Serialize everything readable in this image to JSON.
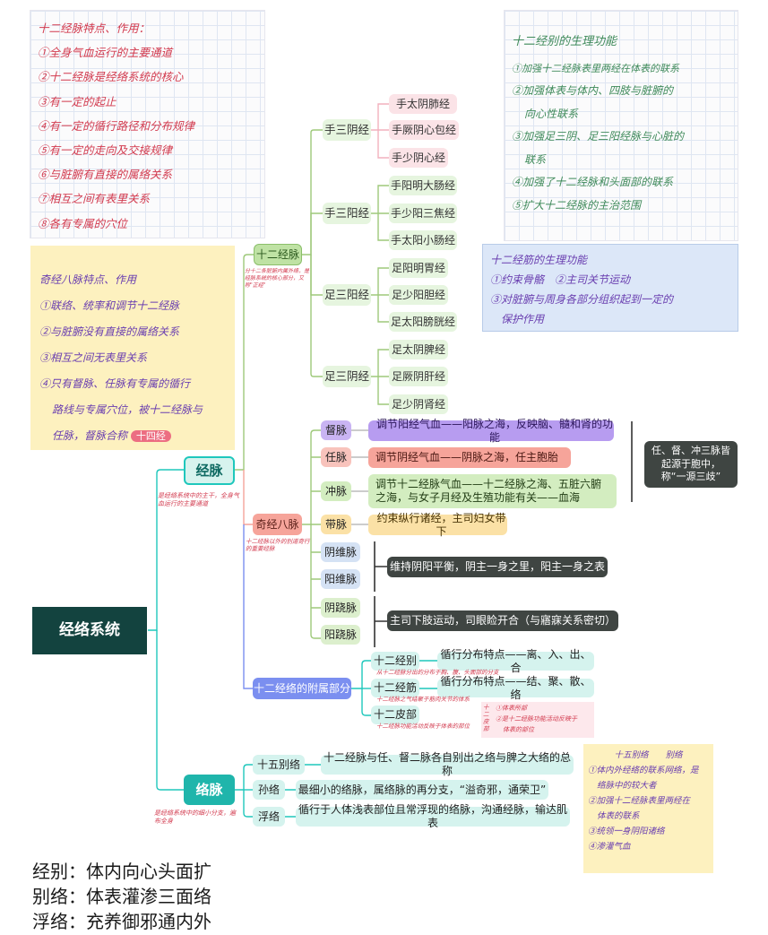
{
  "root": "经络系统",
  "jingmai": "经脉",
  "luomai": "络脉",
  "shier_jingmai": "十二经脉",
  "shier_note": "分十二条脏腑内属外络，是经脉系统的核心部分，又称\"正经\"",
  "groups": [
    "手三阴经",
    "手三阳经",
    "足三阳经",
    "足三阴经"
  ],
  "meridians": [
    [
      "手太阴肺经",
      "手厥阴心包经",
      "手少阴心经"
    ],
    [
      "手阳明大肠经",
      "手少阳三焦经",
      "手太阳小肠经"
    ],
    [
      "足阳明胃经",
      "足少阳胆经",
      "足太阳膀胱经"
    ],
    [
      "足太阴脾经",
      "足厥阴肝经",
      "足少阴肾经"
    ]
  ],
  "qijing": "奇经八脉",
  "qijing_note": "十二经脉以外的别道奇行的重要经脉",
  "jingmai_note": "是经络系统中的主干，全身气血运行的主要通道",
  "eight": [
    {
      "name": "督脉",
      "desc": "调节阳经气血——阳脉之海，反映脑、髓和肾的功能"
    },
    {
      "name": "任脉",
      "desc": "调节阴经气血——阴脉之海，任主胞胎"
    },
    {
      "name": "冲脉",
      "desc": "调节十二经脉气血——十二经脉之海、五脏六腑之海，与女子月经及生殖功能有关——血海"
    },
    {
      "name": "带脉",
      "desc": "约束纵行诸经，主司妇女带下"
    },
    {
      "name": "阴维脉",
      "desc": ""
    },
    {
      "name": "阳维脉",
      "desc": ""
    },
    {
      "name": "阴跷脉",
      "desc": ""
    },
    {
      "name": "阳跷脉",
      "desc": ""
    }
  ],
  "weimai_desc": "维持阴阳平衡，阴主一身之里，阳主一身之表",
  "qiaomai_desc": "主司下肢运动，司眼睑开合（与寤寐关系密切）",
  "yiyuan_note": "任、督、冲三脉皆起源于胞中，称“一源三歧”",
  "fushu": "十二经络的附属部分",
  "fushu_items": [
    {
      "name": "十二经别",
      "desc": "循行分布特点——离、入、出、合",
      "note": "从十二经脉分出的分布于胸、腹、头面部的分支"
    },
    {
      "name": "十二经筋",
      "desc": "循行分布特点——结、聚、散、络",
      "note": "十二经脉之气结聚于筋肉关节的体系"
    },
    {
      "name": "十二皮部",
      "desc": "",
      "note": "十二经脉功能活动反映于体表的部位"
    }
  ],
  "pibu_label": "十二皮部",
  "pibu_note_lines": [
    "①体表所部",
    "②是十二经脉功能活动反映于",
    "体表的部位"
  ],
  "luo_items": [
    {
      "name": "十五别络",
      "desc": "十二经脉与任、督二脉各自别出之络与脾之大络的总称"
    },
    {
      "name": "孙络",
      "desc": "最细小的络脉，属络脉的再分支，“溢奇邪，通荣卫”"
    },
    {
      "name": "浮络",
      "desc": "循行于人体浅表部位且常浮现的络脉，沟通经脉，输达肌表"
    }
  ],
  "luomai_note": "是经络系统中的细小分支，遍布全身",
  "note_top_left": [
    "十二经脉特点、作用：",
    "①全身气血运行的主要通道",
    "②十二经脉是经络系统的核心",
    "③有一定的起止",
    "④有一定的循行路径和分布规律",
    "⑤有一定的走向及交接规律",
    "⑥与脏腑有直接的属络关系",
    "⑦相互之间有表里关系",
    "⑧各有专属的穴位"
  ],
  "note_yellow": [
    "奇经八脉特点、作用",
    "①联络、统率和调节十二经脉",
    "②与脏腑没有直接的属络关系",
    "③相互之间无表里关系",
    "④只有督脉、任脉有专属的循行",
    "路线与专属穴位，被十二经脉与",
    "任脉，督脉合称"
  ],
  "note_yellow_highlight": "十四经",
  "note_top_right": [
    "十二经别的生理功能",
    "①加强十二经脉表里两经在体表的联系",
    "②加强体表与体内、四肢与脏腑的",
    "向心性联系",
    "③加强足三阴、足三阳经脉与心脏的",
    "联系",
    "④加强了十二经脉和头面部的联系",
    "⑤扩大十二经脉的主治范围"
  ],
  "note_blue": [
    "十二经筋的生理功能",
    "①约束骨骼　②主司关节运动",
    "③对脏腑与周身各部分组织起到一定的",
    "保护作用"
  ],
  "note_bottom_right_title": "十五别络　　别络",
  "note_bottom_right": [
    "①体内外经络的联系网络，是",
    "络脉中的较大者",
    "②加强十二经脉表里两经在",
    "体表的联系",
    "③统领一身阴阳诸络",
    "④渗灌气血"
  ],
  "bottom_lines": [
    "经别：体内向心头面扩",
    "别络：体表灌渗三面络",
    "浮络：充养御邪通内外"
  ],
  "colors": {
    "root_bg": "#13433f",
    "teal": "#1fc7bc",
    "olive": "#9ec97a",
    "pink": "#fbe3e7",
    "lightgreen": "#e6f5df",
    "purple": "#b79cf0",
    "salmon": "#f6a49a",
    "green2": "#bfe5a6",
    "yellow": "#fbe1a6",
    "blue": "#bcd0ee",
    "dark": "#3f4542",
    "cyan_light": "#d5f3ee",
    "fushu_bg": "#7b8ff0"
  }
}
